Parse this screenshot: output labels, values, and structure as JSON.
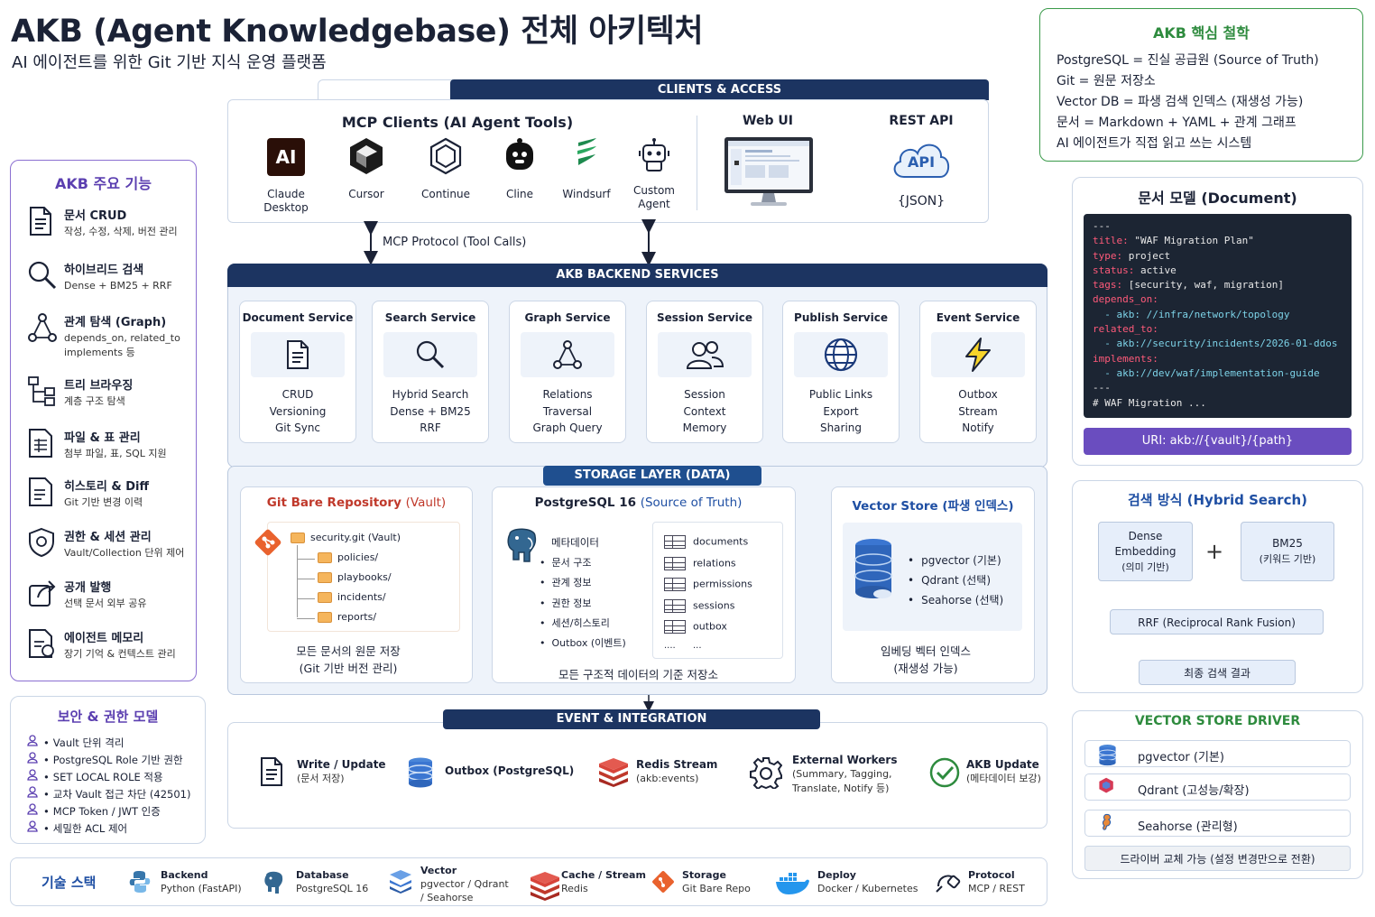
{
  "header": {
    "title": "AKB (Agent Knowledgebase) 전체 아키텍처",
    "subtitle": "AI 에이전트를 위한 Git 기반 지식 운영 플랫폼"
  },
  "philosophy": {
    "title": "AKB 핵심 철학",
    "items": [
      "PostgreSQL = 진실 공급원 (Source of Truth)",
      "Git = 원문 저장소",
      "Vector DB = 파생 검색 인덱스 (재생성 가능)",
      "문서 = Markdown + YAML + 관계 그래프",
      "AI 에이전트가 직접 읽고 쓰는 시스템"
    ]
  },
  "features": {
    "title": "AKB 주요 기능",
    "items": [
      {
        "title": "문서 CRUD",
        "desc": [
          "작성, 수정, 삭제, 버전 관리"
        ],
        "icon": "document-icon"
      },
      {
        "title": "하이브리드 검색",
        "desc": [
          "Dense + BM25 + RRF"
        ],
        "icon": "search-icon"
      },
      {
        "title": "관계 탐색 (Graph)",
        "desc": [
          "depends_on, related_to",
          "implements 등"
        ],
        "icon": "graph-icon"
      },
      {
        "title": "트리 브라우징",
        "desc": [
          "계층 구조 탐색"
        ],
        "icon": "tree-icon"
      },
      {
        "title": "파일 & 표 관리",
        "desc": [
          "첨부 파일, 표, SQL 지원"
        ],
        "icon": "table-icon"
      },
      {
        "title": "히스토리 & Diff",
        "desc": [
          "Git 기반 변경 이력"
        ],
        "icon": "history-icon"
      },
      {
        "title": "권한 & 세션 관리",
        "desc": [
          "Vault/Collection 단위 제어"
        ],
        "icon": "shield-icon"
      },
      {
        "title": "공개 발행",
        "desc": [
          "선택 문서 외부 공유"
        ],
        "icon": "share-icon"
      },
      {
        "title": "에이전트 메모리",
        "desc": [
          "장기 기억 & 컨텍스트 관리"
        ],
        "icon": "memory-icon"
      }
    ]
  },
  "security": {
    "title": "보안 & 권한 모델",
    "items": [
      "Vault 단위 격리",
      "PostgreSQL Role 기반 권한",
      "SET LOCAL ROLE 적용",
      "교차 Vault 접근 차단 (42501)",
      "MCP Token / JWT 인증",
      "세밀한 ACL 제어"
    ]
  },
  "clients": {
    "banner": "CLIENTS & ACCESS",
    "mcp_title": "MCP Clients (AI Agent Tools)",
    "tools": [
      {
        "name": "Claude Desktop",
        "icon": "claude-icon"
      },
      {
        "name": "Cursor",
        "icon": "cursor-icon"
      },
      {
        "name": "Continue",
        "icon": "continue-icon"
      },
      {
        "name": "Cline",
        "icon": "cline-icon"
      },
      {
        "name": "Windsurf",
        "icon": "windsurf-icon"
      },
      {
        "name": "Custom Agent",
        "icon": "robot-icon"
      }
    ],
    "webui": "Web UI",
    "restapi": "REST API",
    "api_badge": "API",
    "json_label": "{JSON}",
    "protocol": "MCP Protocol (Tool Calls)",
    "claude_logo_text": "AI"
  },
  "backend": {
    "banner": "AKB BACKEND SERVICES",
    "services": [
      {
        "name": "Document Service",
        "lines": [
          "CRUD",
          "Versioning",
          "Git Sync"
        ],
        "icon": "document-icon"
      },
      {
        "name": "Search Service",
        "lines": [
          "Hybrid Search",
          "Dense + BM25",
          "RRF"
        ],
        "icon": "search-icon"
      },
      {
        "name": "Graph Service",
        "lines": [
          "Relations",
          "Traversal",
          "Graph Query"
        ],
        "icon": "graph-icon"
      },
      {
        "name": "Session Service",
        "lines": [
          "Session",
          "Context",
          "Memory"
        ],
        "icon": "users-icon"
      },
      {
        "name": "Publish Service",
        "lines": [
          "Public Links",
          "Export",
          "Sharing"
        ],
        "icon": "globe-icon"
      },
      {
        "name": "Event Service",
        "lines": [
          "Outbox",
          "Stream",
          "Notify"
        ],
        "icon": "bolt-icon"
      }
    ]
  },
  "storage": {
    "banner": "STORAGE LAYER (DATA)",
    "git": {
      "title_main": "Git Bare Repository ",
      "title_sub": "(Vault)",
      "root": "security.git (Vault)",
      "folders": [
        "policies/",
        "playbooks/",
        "incidents/",
        "reports/"
      ],
      "caption": [
        "모든 문서의 원문 저장",
        "(Git 기반 버전 관리)"
      ]
    },
    "pg": {
      "title_main": "PostgreSQL 16 ",
      "title_sub": "(Source of Truth)",
      "meta_title": "메타데이터",
      "meta_items": [
        "문서 구조",
        "관계 정보",
        "권한 정보",
        "세션/히스토리",
        "Outbox (이벤트)"
      ],
      "tables": [
        "documents",
        "relations",
        "permissions",
        "sessions",
        "outbox"
      ],
      "ellipsis": "....",
      "ellipsis2": "...",
      "caption": "모든 구조적 데이터의 기준 저장소"
    },
    "vector": {
      "title": "Vector Store (파생 인덱스)",
      "items": [
        "pgvector (기본)",
        "Qdrant (선택)",
        "Seahorse (선택)"
      ],
      "caption": [
        "임베딩 벡터 인덱스",
        "(재생성 가능)"
      ]
    }
  },
  "events": {
    "banner": "EVENT & INTEGRATION",
    "steps": [
      {
        "title": "Write / Update",
        "sub": [
          "(문서 저장)"
        ],
        "icon": "document-icon"
      },
      {
        "title": "Outbox (PostgreSQL)",
        "sub": [],
        "icon": "database-icon"
      },
      {
        "title": "Redis Stream",
        "sub": [
          "(akb:events)"
        ],
        "icon": "redis-icon"
      },
      {
        "title": "External Workers",
        "sub": [
          "(Summary, Tagging,",
          "Translate, Notify 등)"
        ],
        "icon": "gear-icon"
      },
      {
        "title": "AKB Update",
        "sub": [
          "(메타데이터 보강)"
        ],
        "icon": "check-circle-icon"
      }
    ]
  },
  "doc_model": {
    "title": "문서 모델 (Document)",
    "code": [
      [
        [
          "---",
          "#e8e8e8"
        ]
      ],
      [
        [
          "title: ",
          "#ff5a7a"
        ],
        [
          "\"WAF Migration Plan\"",
          "#e8e8e8"
        ]
      ],
      [
        [
          "type: ",
          "#ff5a7a"
        ],
        [
          "project",
          "#e8e8e8"
        ]
      ],
      [
        [
          "status: ",
          "#ff5a7a"
        ],
        [
          "active",
          "#e8e8e8"
        ]
      ],
      [
        [
          "tags: ",
          "#ff5a7a"
        ],
        [
          "[security, waf, migration]",
          "#e8e8e8"
        ]
      ],
      [
        [
          "depends_on:",
          "#ff5a7a"
        ]
      ],
      [
        [
          "  - akb: //infra/network/topology",
          "#7dd3e8"
        ]
      ],
      [
        [
          "related_to:",
          "#ff5a7a"
        ]
      ],
      [
        [
          "  - akb://security/incidents/2026-01-ddos",
          "#7dd3e8"
        ]
      ],
      [
        [
          "implements:",
          "#ff5a7a"
        ]
      ],
      [
        [
          "  - akb://dev/waf/implementation-guide",
          "#7dd3e8"
        ]
      ],
      [
        [
          "---",
          "#e8e8e8"
        ]
      ],
      [
        [
          "# WAF Migration ...",
          "#e8e8e8"
        ]
      ]
    ],
    "uri": "URI: akb://{vault}/{path}"
  },
  "hybrid_search": {
    "title": "검색 방식 (Hybrid Search)",
    "dense": [
      "Dense",
      "Embedding",
      "(의미 기반)"
    ],
    "bm25": [
      "BM25",
      "(키워드 기반)"
    ],
    "plus": "+",
    "rrf": "RRF (Reciprocal Rank Fusion)",
    "result": "최종 검색 결과"
  },
  "vector_driver": {
    "title": "VECTOR STORE DRIVER",
    "items": [
      {
        "label": "pgvector (기본)",
        "icon": "database-icon"
      },
      {
        "label": "Qdrant (고성능/확장)",
        "icon": "qdrant-icon"
      },
      {
        "label": "Seahorse (관리형)",
        "icon": "seahorse-icon"
      }
    ],
    "note": "드라이버 교체 가능 (설정 변경만으로 전환)"
  },
  "tech_stack": {
    "title": "기술 스택",
    "items": [
      {
        "head": "Backend",
        "val": [
          "Python (FastAPI)"
        ],
        "icon": "python-icon"
      },
      {
        "head": "Database",
        "val": [
          "PostgreSQL 16"
        ],
        "icon": "postgres-icon"
      },
      {
        "head": "Vector",
        "val": [
          "pgvector / Qdrant",
          "/ Seahorse"
        ],
        "icon": "vector-icon"
      },
      {
        "head": "Cache / Stream",
        "val": [
          "Redis"
        ],
        "icon": "redis-icon"
      },
      {
        "head": "Storage",
        "val": [
          "Git Bare Repo"
        ],
        "icon": "git-icon"
      },
      {
        "head": "Deploy",
        "val": [
          "Docker / Kubernetes"
        ],
        "icon": "docker-icon"
      },
      {
        "head": "Protocol",
        "val": [
          "MCP / REST"
        ],
        "icon": "plug-icon"
      }
    ]
  },
  "colors": {
    "navy": "#1c3461",
    "purple": "#5b3fb0",
    "green": "#2e8b3e",
    "red": "#c0392b",
    "blue": "#1f4fa3"
  }
}
